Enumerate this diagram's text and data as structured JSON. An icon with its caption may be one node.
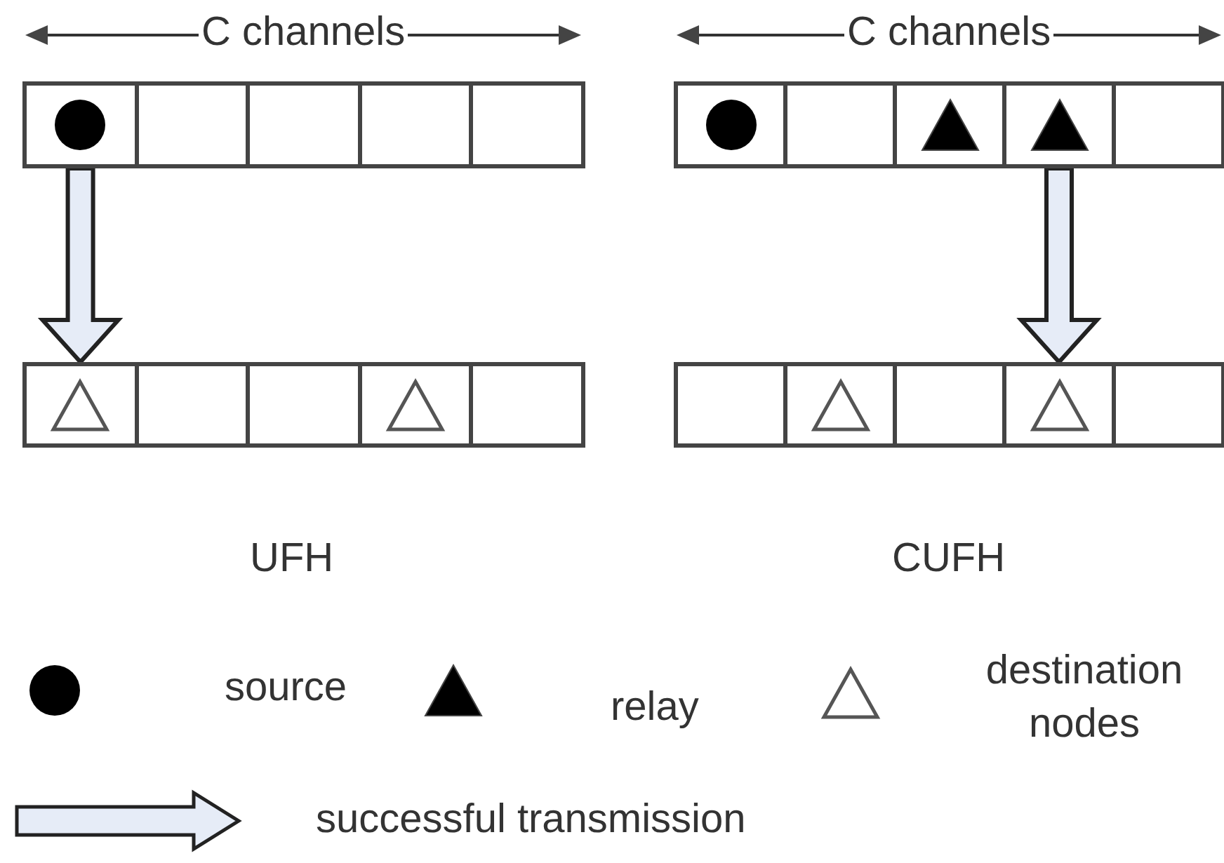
{
  "diagram": {
    "nodes": [
      {
        "text": [],
        "shape": "box"
      },
      {
        "text": [],
        "shape": "circle",
        "in": 0
      },
      {
        "text": [],
        "shape": "box"
      },
      {
        "text": [],
        "shape": "box"
      },
      {
        "text": [],
        "shape": "box"
      },
      {
        "text": [],
        "shape": "box"
      },
      {
        "text": [],
        "shape": "box"
      },
      {
        "text": [],
        "shape": "circle",
        "in": 6
      },
      {
        "text": [],
        "shape": "box"
      },
      {
        "text": [],
        "shape": "box"
      },
      {
        "text": [],
        "shape": "solid-triangle",
        "in": 9
      },
      {
        "text": [],
        "shape": "box"
      },
      {
        "text": [],
        "shape": "solid-triangle",
        "in": 11
      },
      {
        "text": [],
        "shape": "box"
      },
      {
        "text": [],
        "shape": "box"
      },
      {
        "text": [],
        "shape": "triangle",
        "in": 14
      },
      {
        "text": [],
        "shape": "box"
      },
      {
        "text": [],
        "shape": "box"
      },
      {
        "text": [],
        "shape": "box"
      },
      {
        "text": [],
        "shape": "triangle",
        "in": 18
      },
      {
        "text": [],
        "shape": "box"
      },
      {
        "text": [],
        "shape": "box"
      },
      {
        "text": [],
        "shape": "box"
      },
      {
        "text": [],
        "shape": "triangle",
        "in": 22
      },
      {
        "text": [],
        "shape": "box"
      },
      {
        "text": [],
        "shape": "box"
      },
      {
        "text": [],
        "shape": "triangle",
        "in": 25
      },
      {
        "text": [],
        "shape": "box"
      }
    ],
    "edges": [
      {
        "from": 0,
        "to": 14,
        "arrow": "to"
      },
      {
        "from": 11,
        "to": 25,
        "arrow": "to"
      }
    ],
    "labels": [
      "C channels",
      "C channels",
      "UFH",
      "CUFH"
    ],
    "legend": [
      {
        "text": "source"
      },
      {
        "text": "relay"
      },
      {
        "text": "destination nodes"
      },
      {
        "text": "successful transmission"
      }
    ]
  }
}
